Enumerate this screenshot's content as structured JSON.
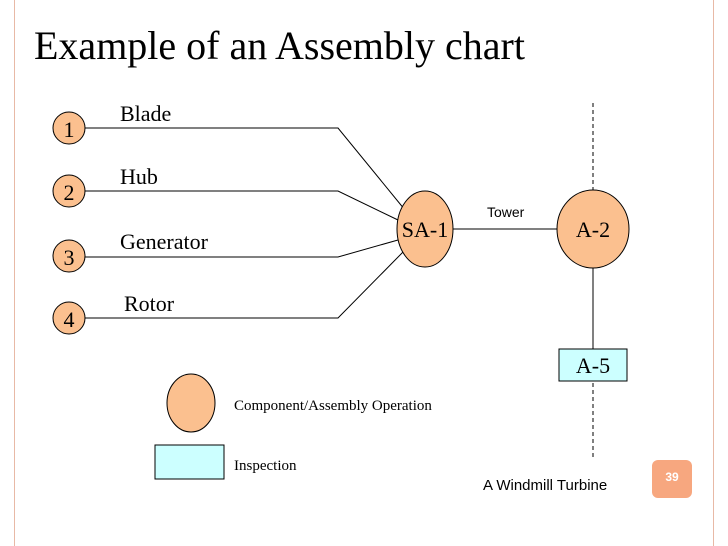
{
  "title": "Example of an Assembly chart",
  "components": [
    {
      "number": "1",
      "label": "Blade"
    },
    {
      "number": "2",
      "label": "Hub"
    },
    {
      "number": "3",
      "label": "Generator"
    },
    {
      "number": "4",
      "label": "Rotor"
    }
  ],
  "operations": {
    "sa1": "SA-1",
    "a2": "A-2",
    "a5": "A-5",
    "tower": "Tower"
  },
  "legend": {
    "operation": "Component/Assembly Operation",
    "inspection": "Inspection"
  },
  "caption": "A Windmill Turbine",
  "page_number": "39",
  "colors": {
    "operation_fill": "#fbc08f",
    "inspection_fill": "#ccffff",
    "accent": "#f7a77f"
  }
}
